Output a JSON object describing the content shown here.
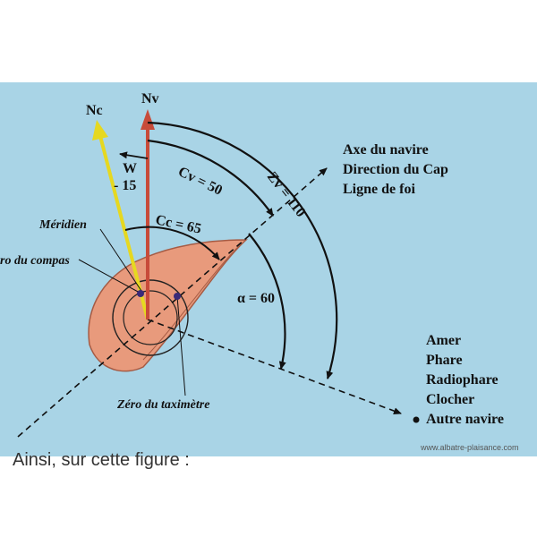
{
  "labels": {
    "nc": "Nc",
    "nv": "Nv",
    "w": "W",
    "w_value": "- 15",
    "cv": "Cv = 50",
    "zv": "Zv = 110",
    "cc": "Cc = 65",
    "alpha": "α = 60",
    "meridien": "Méridien",
    "compas": "ro du compas",
    "taximetre": "Zéro du taximètre"
  },
  "axe_lines": [
    "Axe du navire",
    "Direction du Cap",
    "Ligne de foi"
  ],
  "amer_lines": [
    "Amer",
    "Phare",
    "Radiophare",
    "Clocher",
    "Autre navire"
  ],
  "caption": "Ainsi, sur cette figure :",
  "credit": "www.albatre-plaisance.com",
  "colors": {
    "background": "#a9d4e6",
    "boat": "#e89a7c",
    "nv_arrow": "#c84b3a",
    "nc_line": "#e6d820",
    "point": "#3b2a78"
  }
}
